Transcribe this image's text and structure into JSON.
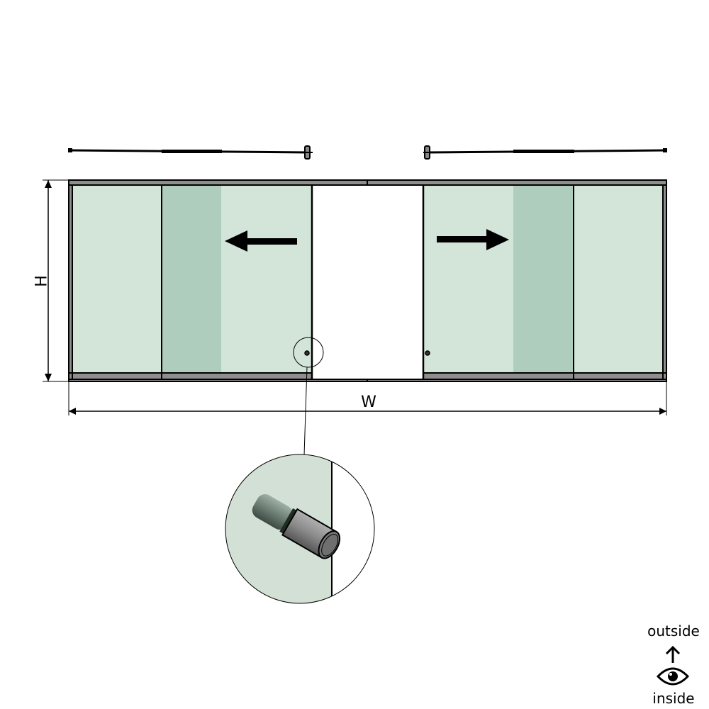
{
  "diagram": {
    "type": "sliding-door-elevation",
    "colors": {
      "glass": "#d3e4d8",
      "glass_overlap": "#afcdbc",
      "frame": "#8e8e8e",
      "line": "#000000",
      "opening": "#ffffff"
    },
    "dimensions": {
      "width_label": "W",
      "height_label": "H"
    },
    "panels": [
      {
        "id": "left-fixed",
        "side": "left"
      },
      {
        "id": "left-sliding",
        "side": "left",
        "direction": "left"
      },
      {
        "id": "opening",
        "side": "center"
      },
      {
        "id": "right-sliding",
        "side": "right",
        "direction": "right"
      },
      {
        "id": "right-fixed",
        "side": "right"
      }
    ],
    "detail": {
      "name": "knob-handle-detail",
      "description": "Cylindrical knob handle on sliding glass panel"
    },
    "legend": {
      "outside_label": "outside",
      "inside_label": "inside",
      "icons": [
        "arrow-up-icon",
        "eye-icon"
      ]
    }
  }
}
